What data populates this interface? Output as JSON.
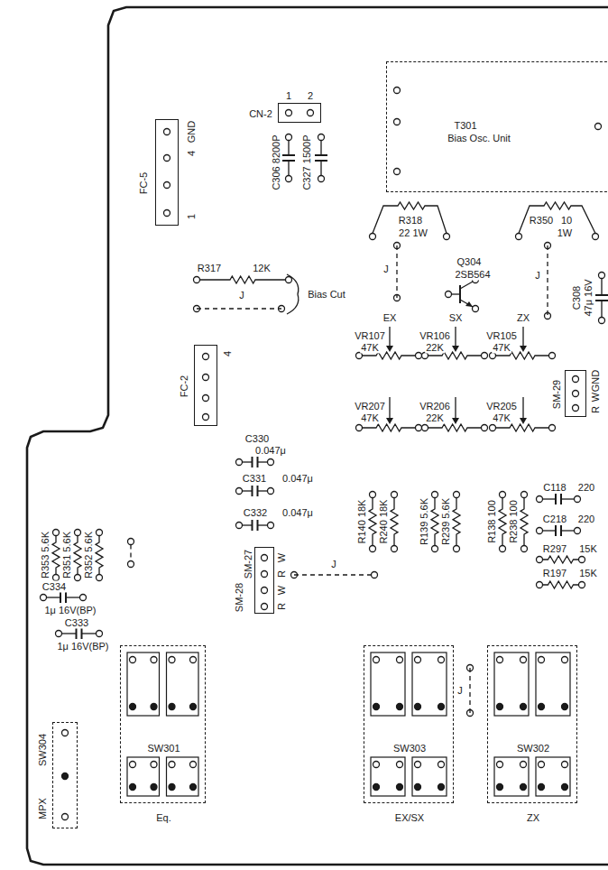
{
  "diagram": {
    "nodes": [
      {
        "text": [
          "FC-5"
        ]
      },
      {
        "text": [
          "CN-2"
        ]
      },
      {
        "text": [
          "T301",
          "Bias Osc. Unit"
        ]
      },
      {
        "text": [
          "FC-2"
        ]
      },
      {
        "text": [
          "SM-29"
        ]
      },
      {
        "text": [
          "SM-27",
          "SM-28"
        ]
      },
      {
        "text": [
          "SW304",
          "MPX"
        ]
      },
      {
        "text": [
          "SW301",
          "Eq."
        ]
      },
      {
        "text": [
          "SW303",
          "EX/SX"
        ]
      },
      {
        "text": [
          "SW302",
          "ZX"
        ]
      }
    ],
    "labels": [
      "GND",
      "4",
      "1",
      "1",
      "2",
      "C306 8200P",
      "C327 1500P",
      "R318",
      "22 1W",
      "R350",
      "10",
      "1W",
      "J",
      "Q304",
      "2SB564",
      "J",
      "C308",
      "47μ 16V",
      "R317",
      "12K",
      "J",
      "Bias Cut",
      "EX",
      "SX",
      "ZX",
      "VR107",
      "47K",
      "VR106",
      "22K",
      "VR105",
      "47K",
      "4",
      "GND",
      "W",
      "R",
      "VR207",
      "47K",
      "VR206",
      "22K",
      "VR205",
      "47K",
      "C330",
      "0.047μ",
      "C331",
      "0.047μ",
      "C332",
      "0.047μ",
      "R140 18K",
      "R240 18K",
      "R139 5.6K",
      "R239 5.6K",
      "R138 100",
      "R238 100",
      "C118",
      "220",
      "C218",
      "220",
      "R297",
      "15K",
      "R197",
      "15K",
      "R353 5.6K",
      "R351 5.6K",
      "R352 5.6K",
      "C334",
      "1μ 16V(BP)",
      "C333",
      "1μ 16V(BP)",
      "W",
      "R",
      "W",
      "R",
      "J",
      "J"
    ]
  }
}
